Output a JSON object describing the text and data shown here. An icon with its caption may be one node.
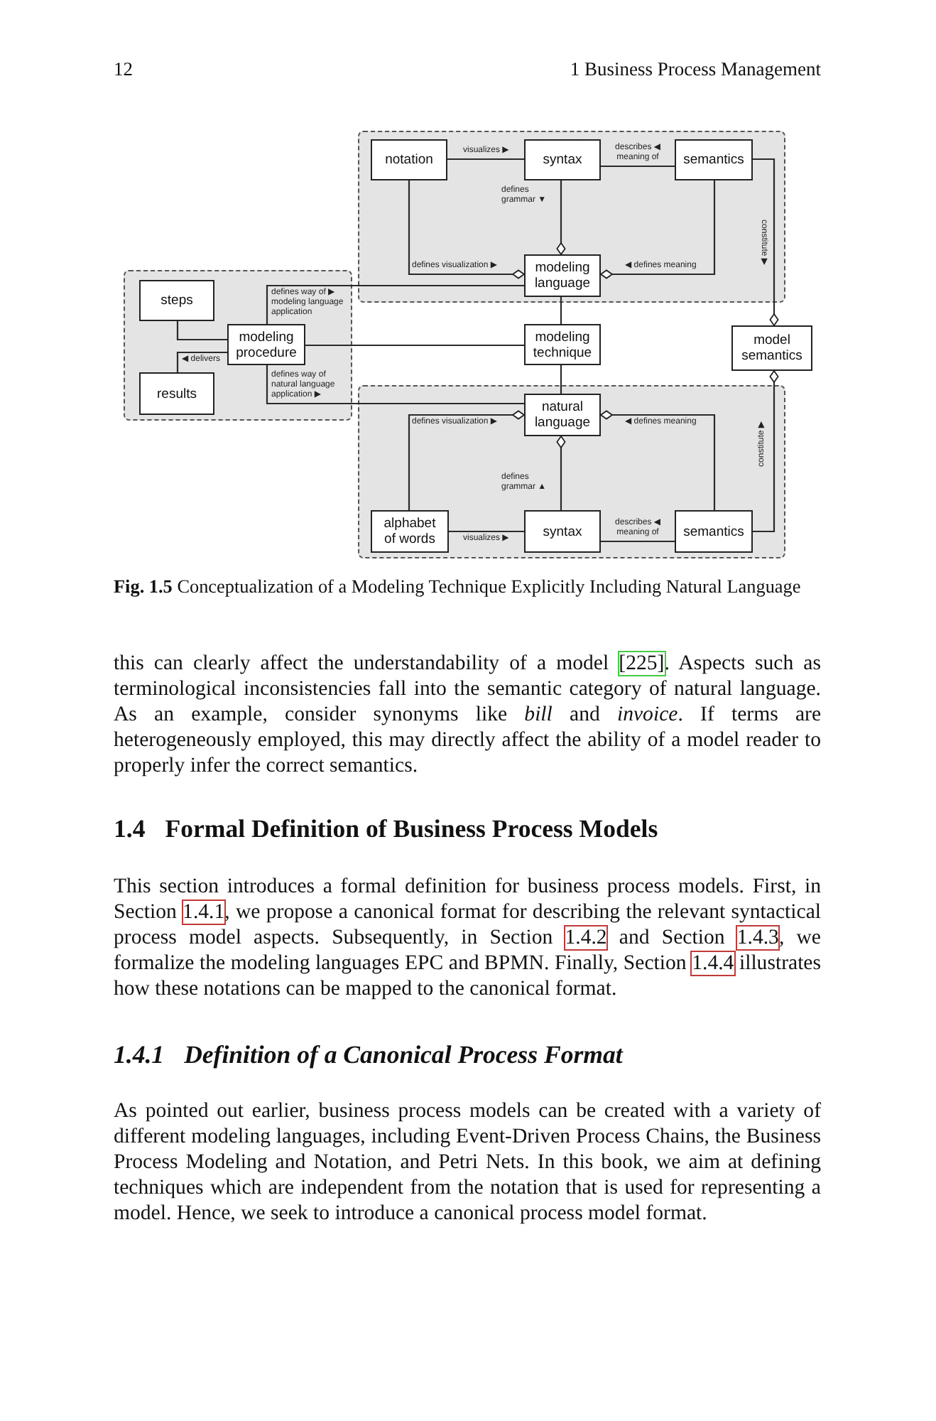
{
  "diagram": {
    "caption": "**Fig. 1.5** Conceptualization of a Modeling Technique Explicitly Including Natural Language",
    "nodes": [
      {
        "text": [],
        "shape": "box"
      },
      {
        "text": [
          "notation"
        ],
        "in": 0
      },
      {
        "text": [
          "syntax"
        ],
        "in": 0
      },
      {
        "text": [
          "semantics"
        ],
        "in": 0
      },
      {
        "text": [
          "modeling language"
        ],
        "in": 0
      },
      {
        "text": [],
        "shape": "box"
      },
      {
        "text": [
          "steps"
        ],
        "in": 5
      },
      {
        "text": [
          "modeling procedure"
        ],
        "in": 5
      },
      {
        "text": [
          "results"
        ],
        "in": 5
      },
      {
        "text": [
          "modeling technique"
        ]
      },
      {
        "text": [
          "model semantics"
        ]
      },
      {
        "text": [],
        "shape": "box"
      },
      {
        "text": [
          "natural language"
        ],
        "in": 11
      },
      {
        "text": [
          "alphabet of words"
        ],
        "in": 11
      },
      {
        "text": [
          "syntax"
        ],
        "in": 11
      },
      {
        "text": [
          "semantics"
        ],
        "in": 11
      }
    ],
    "edges": [
      {
        "from": 1,
        "to": 2,
        "arrow": "none",
        "label": "visualizes ▶"
      },
      {
        "from": 2,
        "to": 3,
        "arrow": "none",
        "label": "describes ◀ meaning of"
      },
      {
        "from": 1,
        "to": 4,
        "arrow": "other",
        "label": "defines visualization ▶"
      },
      {
        "from": 2,
        "to": 4,
        "arrow": "other",
        "label": "defines grammar ▼"
      },
      {
        "from": 3,
        "to": 4,
        "arrow": "other",
        "label": "◀ defines meaning"
      },
      {
        "from": 3,
        "to": 10,
        "arrow": "other",
        "label": "constitute ▶"
      },
      {
        "from": 7,
        "to": 4,
        "arrow": "none",
        "label": "defines way of ▶ modeling language application"
      },
      {
        "from": 6,
        "to": 7,
        "arrow": "none"
      },
      {
        "from": 7,
        "to": 8,
        "arrow": "none",
        "label": "◀ delivers"
      },
      {
        "from": 7,
        "to": 9,
        "arrow": "none"
      },
      {
        "from": 4,
        "to": 9,
        "arrow": "none"
      },
      {
        "from": 9,
        "to": 12,
        "arrow": "none"
      },
      {
        "from": 7,
        "to": 12,
        "arrow": "none",
        "label": "defines way of natural language application ▶"
      },
      {
        "from": 13,
        "to": 12,
        "arrow": "other",
        "label": "defines visualization ▶"
      },
      {
        "from": 14,
        "to": 12,
        "arrow": "other",
        "label": "defines grammar ▲"
      },
      {
        "from": 15,
        "to": 12,
        "arrow": "other",
        "label": "◀ defines meaning"
      },
      {
        "from": 15,
        "to": 10,
        "arrow": "other",
        "label": "constitute ▶"
      },
      {
        "from": 13,
        "to": 14,
        "arrow": "none",
        "label": "visualizes ▶"
      },
      {
        "from": 14,
        "to": 15,
        "arrow": "none",
        "label": "describes ◀ meaning of"
      }
    ],
    "labels": [
      "12",
      "1 Business Process Management",
      "this can clearly affect the understandability of a model [225]. Aspects such as terminological inconsistencies fall into the semantic category of natural language. As an example, consider synonyms like *bill* and *invoice*. If terms are heterogeneously employed, this may directly affect the ability of a model reader to properly infer the correct semantics.",
      "1.4 Formal Definition of Business Process Models",
      "This section introduces a formal definition for business process models. First, in Section 1.4.1, we propose a canonical format for describing the relevant syntactical process model aspects. Subsequently, in Section 1.4.2 and Section 1.4.3, we formalize the modeling languages EPC and BPMN. Finally, Section 1.4.4 illustrates how these notations can be mapped to the canonical format.",
      "1.4.1 Definition of a Canonical Process Format",
      "As pointed out earlier, business process models can be created with a variety of different modeling languages, including Event-Driven Process Chains, the Business Process Modeling and Notation, and Petri Nets. In this book, we aim at defining techniques which are independent from the notation that is used for representing a model. Hence, we seek to introduce a canonical process model format."
    ]
  }
}
